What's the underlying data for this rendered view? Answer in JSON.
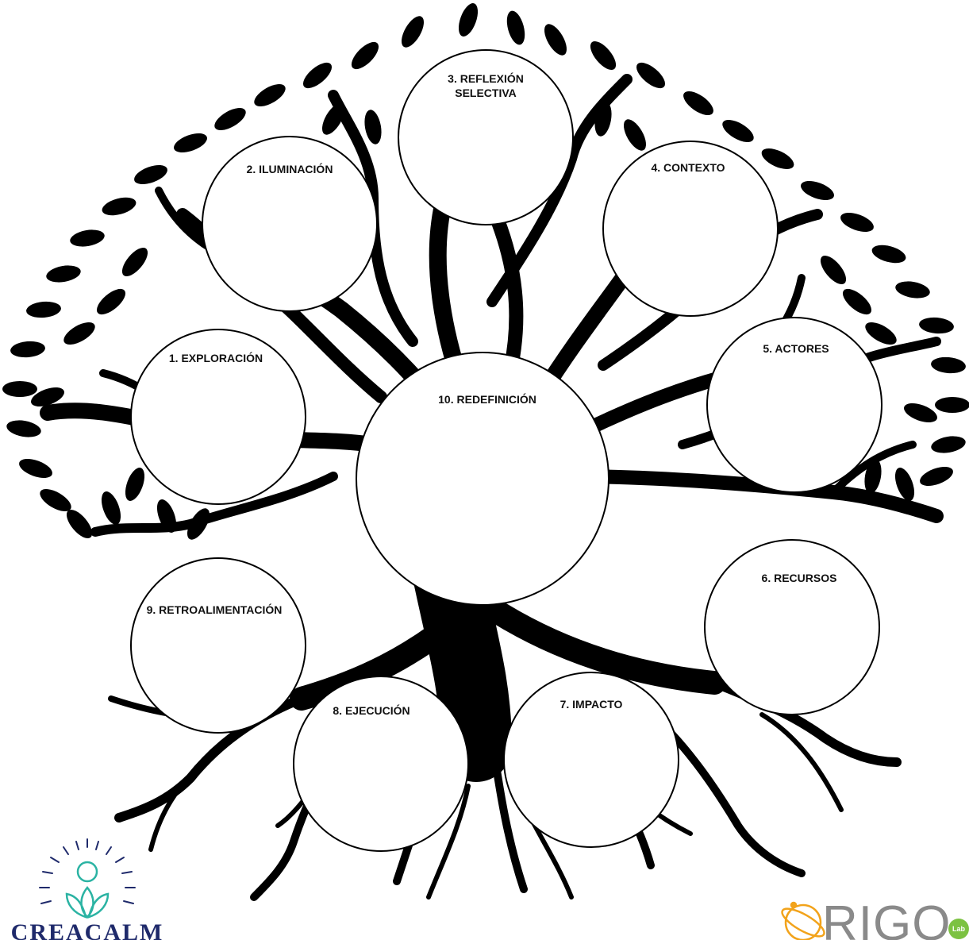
{
  "diagram": {
    "nodes": [
      {
        "id": "n1",
        "label": "1. EXPLORACIÓN"
      },
      {
        "id": "n2",
        "label": "2. ILUMINACIÓN"
      },
      {
        "id": "n3",
        "label_line1": "3. REFLEXIÓN",
        "label_line2": "SELECTIVA"
      },
      {
        "id": "n4",
        "label": "4. CONTEXTO"
      },
      {
        "id": "n5",
        "label": "5. ACTORES"
      },
      {
        "id": "n6",
        "label": "6. RECURSOS"
      },
      {
        "id": "n7",
        "label": "7. IMPACTO"
      },
      {
        "id": "n8",
        "label": "8. EJECUCIÓN"
      },
      {
        "id": "n9",
        "label": "9. RETROALIMENTACIÓN"
      },
      {
        "id": "n10",
        "label": "10. REDEFINICIÓN"
      }
    ]
  },
  "logos": {
    "left": {
      "text": "CREACALM",
      "color": "#1f2a6b",
      "accent": "#2bb3a3"
    },
    "right": {
      "text": "RIGO",
      "sub": "Lab",
      "color": "#8a8a8a",
      "accent": "#f2a31b",
      "badge": "#7cc242"
    }
  },
  "colors": {
    "tree": "#000000",
    "circle_fill": "#ffffff",
    "circle_stroke": "#000000"
  }
}
